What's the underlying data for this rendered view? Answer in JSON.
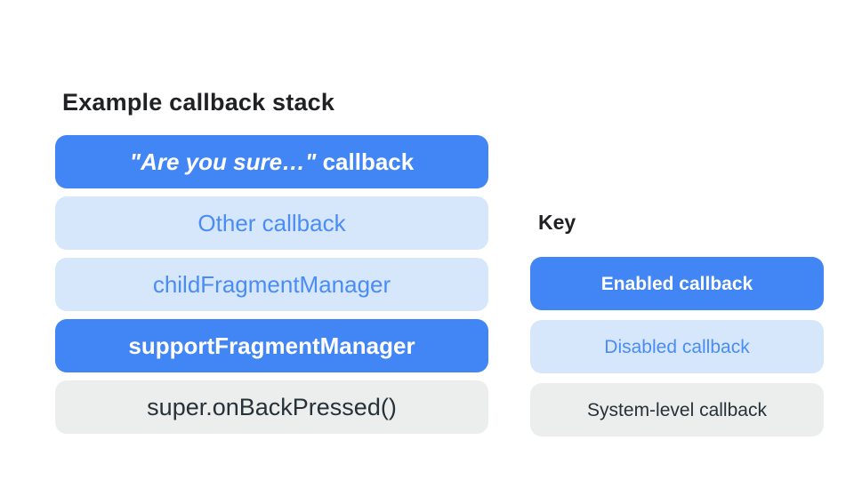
{
  "colors": {
    "enabled_bg": "#4285F4",
    "enabled_text": "#FFFFFF",
    "disabled_bg": "#D6E7FC",
    "disabled_text": "#4A8CF5",
    "system_bg": "#ECEDED",
    "system_text": "#263238",
    "title_text": "#202124"
  },
  "stack": {
    "title": "Example callback stack",
    "items": [
      {
        "quoted": "\"Are you sure…\"",
        "rest": " callback",
        "type": "enabled"
      },
      {
        "label": "Other callback",
        "type": "disabled"
      },
      {
        "label": "childFragmentManager",
        "type": "disabled"
      },
      {
        "label": "supportFragmentManager",
        "type": "enabled"
      },
      {
        "label": "super.onBackPressed()",
        "type": "system"
      }
    ]
  },
  "key": {
    "title": "Key",
    "items": [
      {
        "label": "Enabled callback",
        "type": "enabled"
      },
      {
        "label": "Disabled callback",
        "type": "disabled"
      },
      {
        "label": "System-level callback",
        "type": "system"
      }
    ]
  }
}
